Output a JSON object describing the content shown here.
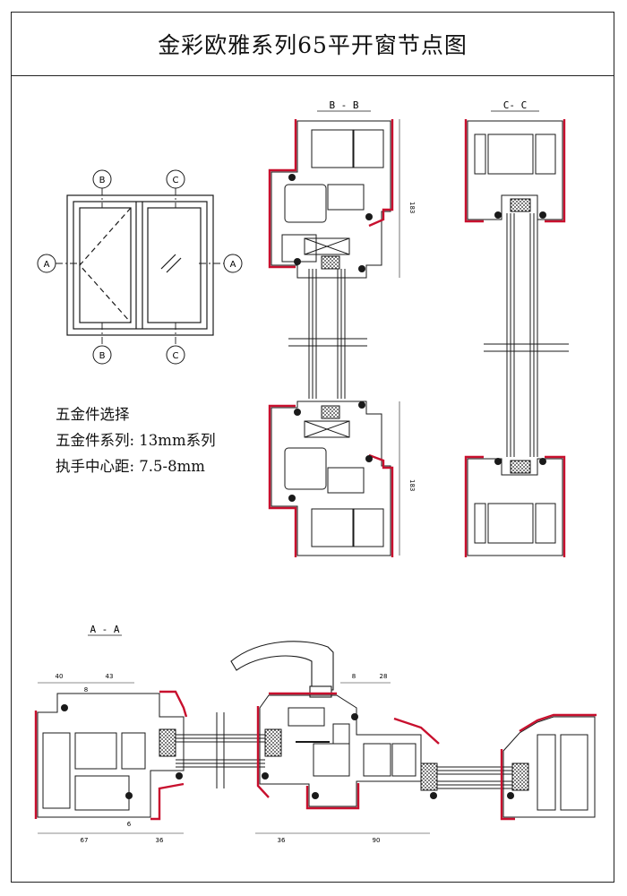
{
  "title": "金彩欧雅系列65平开窗节点图",
  "sections": {
    "bb": "B - B",
    "cc": "C- C",
    "aa": "A - A"
  },
  "elevation_markers": {
    "b_top": "B",
    "c_top": "C",
    "a_left": "A",
    "a_right": "A",
    "b_bottom": "B",
    "c_bottom": "C"
  },
  "hardware_notes": {
    "heading": "五金件选择",
    "series": "五金件系列: 13mm系列",
    "handle": "执手中心距: 7.5-8mm"
  },
  "dimensions": {
    "bb_upper": "183",
    "bb_lower": "183",
    "aa_top_1": "40",
    "aa_top_2": "43",
    "aa_top_3": "8",
    "aa_top_4": "8",
    "aa_top_5": "28",
    "aa_bottom_1": "67",
    "aa_bottom_2": "6",
    "aa_bottom_3": "36",
    "aa_bottom_4": "36",
    "aa_bottom_5": "90"
  },
  "colors": {
    "line": "#1a1a1a",
    "gasket": "#c8102e",
    "seal": "#555555"
  }
}
